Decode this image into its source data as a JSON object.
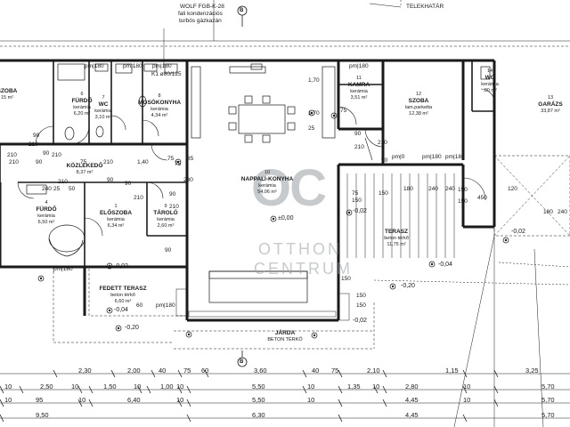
{
  "header_notes": {
    "boiler": [
      "WOLF FGB-K-28",
      "fali kondenzációs",
      "turbós gázkazán"
    ],
    "plot_boundary": "TELEKHATÁR",
    "section_marker": "B"
  },
  "rooms": [
    {
      "id": "szoba_left",
      "num": "",
      "name": "SZOBA",
      "surface": "",
      "area": "15 m²"
    },
    {
      "id": "furdo_top",
      "num": "6",
      "name": "FÜRDŐ",
      "surface": "kerámia",
      "area": "6,20 m²"
    },
    {
      "id": "wc_top",
      "num": "7",
      "name": "WC",
      "surface": "kerámia",
      "area": "3,10 m²"
    },
    {
      "id": "mosokonyha",
      "num": "8",
      "name": "MOSÓKONYHA",
      "surface": "kerámia",
      "area": "4,34 m²"
    },
    {
      "id": "kamra",
      "num": "11",
      "name": "KAMRA",
      "surface": "kerámia",
      "area": "3,51 m²"
    },
    {
      "id": "szoba12",
      "num": "12",
      "name": "SZOBA",
      "surface": "lam.parketta",
      "area": "12,38 m²"
    },
    {
      "id": "wc14",
      "num": "14",
      "name": "WC",
      "surface": "kerámia",
      "area": ".00 m²"
    },
    {
      "id": "garazs",
      "num": "13",
      "name": "GARÁZS",
      "surface": "",
      "area": "33,87 m²"
    },
    {
      "id": "kozlekedo",
      "num": "",
      "name": "KÖZLEKEDŐ",
      "surface": "",
      "area": "8,37 m²"
    },
    {
      "id": "furdo4",
      "num": "4",
      "name": "FÜRDŐ",
      "surface": "kerámia",
      "area": "6,50 m²"
    },
    {
      "id": "eloszoba",
      "num": "1",
      "name": "ELŐSZOBA",
      "surface": "kerámia",
      "area": "6,34 m²"
    },
    {
      "id": "tarolo",
      "num": "9",
      "name": "TÁROLÓ",
      "surface": "kerámia",
      "area": "2,60 m²"
    },
    {
      "id": "nappali",
      "num": "10",
      "name": "NAPPALI-KONYHA",
      "surface": "kerámia",
      "area": "54,06 m²"
    },
    {
      "id": "terasz",
      "num": "",
      "name": "TERASZ",
      "surface": "beton térkő",
      "area": "11,75 m²"
    },
    {
      "id": "fedett",
      "num": "",
      "name": "FEDETT TERASZ",
      "surface": "beton térkő",
      "area": "6,60 m²"
    },
    {
      "id": "jarda",
      "num": "",
      "name": "JÁRDA",
      "surface": "BETON TÉRKŐ",
      "area": ""
    }
  ],
  "levels": [
    "±0,00",
    "-0,02",
    "-0,02",
    "-0,04",
    "-0,20",
    "-0,04",
    "-0,20",
    "-0,02",
    "-0,02"
  ],
  "plan_labels": [
    "pm|180",
    "pm|180",
    "pm|180",
    "pm|180",
    "K1 ø80/125",
    "1,70",
    "1,70",
    "25",
    "75",
    "90",
    "210",
    "210",
    "90",
    "210",
    "90",
    "210",
    "pm|0",
    "pm|180",
    "pm|180",
    "90",
    "210",
    "90",
    "210",
    "1,40",
    "75",
    "75",
    "85",
    "210",
    "75",
    "90",
    "90",
    "230",
    "210",
    "75",
    "150",
    "180",
    "240",
    "240",
    "150",
    "150",
    "90",
    "210",
    "90",
    "150",
    "pm|180",
    "pm|180",
    "60",
    "150",
    "150",
    "150",
    "120",
    "180",
    "240",
    "450",
    "240",
    "210",
    "50",
    "25",
    "50",
    "210"
  ],
  "dimension_rows": [
    [
      "2,30",
      "2,00",
      "40",
      "75",
      "60",
      "3,60",
      "40",
      "75",
      "2,10",
      "1,15",
      "3,25"
    ],
    [
      "10",
      "2,50",
      "10",
      "1,50",
      "10",
      "1,00",
      "10",
      "5,50",
      "10",
      "1,35",
      "10",
      "2,80",
      "10",
      "5,70"
    ],
    [
      "10",
      "95",
      "10",
      "6,40",
      "10",
      "5,50",
      "10",
      "4,45",
      "10",
      "5,70"
    ],
    [
      "9,50",
      "6,30",
      "4,45",
      "5,70"
    ]
  ],
  "watermark": {
    "logo": "OC",
    "line1": "OTTHON",
    "line2": "CENTRUM"
  },
  "colors": {
    "line": "#1a1a1a",
    "wall": "#2b2b2b",
    "watermark": "#9aa0a6"
  }
}
